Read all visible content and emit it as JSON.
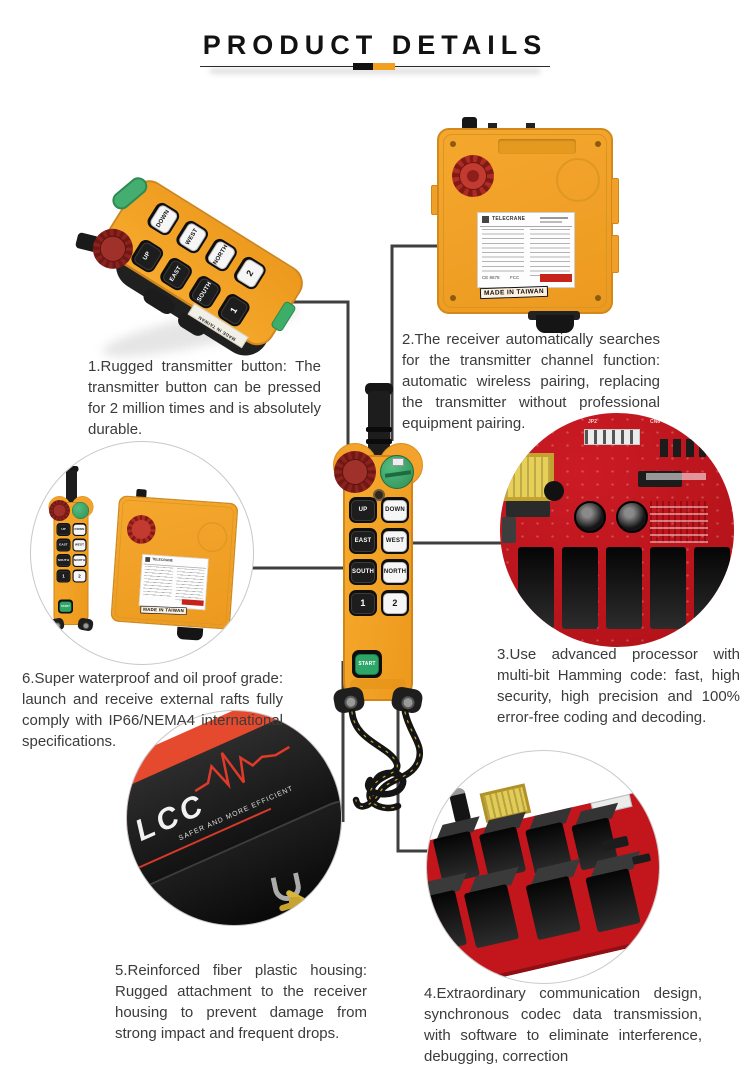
{
  "header": {
    "title": "PRODUCT DETAILS"
  },
  "features": {
    "f1": "1.Rugged transmitter button: The transmitter button can be pressed for 2 million times and is absolutely durable.",
    "f2": "2.The receiver automatically searches for the transmitter channel function: automatic wireless pairing, replacing the transmitter without professional equipment pairing.",
    "f3": "3.Use advanced processor with multi-bit Hamming code: fast, high security, high precision and 100% error-free coding and decoding.",
    "f4": "4.Extraordinary communication design, synchronous codec data transmission, with software to eliminate interference, debugging, correction",
    "f5": "5.Reinforced fiber plastic housing: Rugged attachment to the receiver housing to prevent damage from strong impact and frequent drops.",
    "f6": "6.Super waterproof and oil proof grade: launch and receive external rafts fully comply with IP66/NEMA4 international specifications."
  },
  "remote": {
    "buttons": {
      "up": "UP",
      "down": "DOWN",
      "east": "EAST",
      "west": "WEST",
      "south": "SOUTH",
      "north": "NORTH",
      "one": "1",
      "two": "2",
      "start": "START"
    },
    "made_in": "MADE IN TAIWAN"
  },
  "receiver": {
    "brand": "TELECRANE",
    "cert": "CE 8678",
    "fcc": "FCC",
    "made_in": "MADE IN TAIWAN"
  },
  "housing": {
    "logo": "LCC",
    "slogan": "SAFER AND MORE EFFICIENT"
  },
  "pcb": {
    "silk1": "JP2",
    "silk2": "CN8"
  },
  "colors": {
    "body_orange": "#F2A12C",
    "pcb_red": "#C3161C",
    "housing_red": "#E64A2E",
    "estop_red": "#8C211D",
    "key_green": "#3FA56B",
    "start_green": "#2EA667",
    "connector_line": "#3F3F3F",
    "bar_black": "#111111",
    "bar_orange": "#F0A01E"
  }
}
